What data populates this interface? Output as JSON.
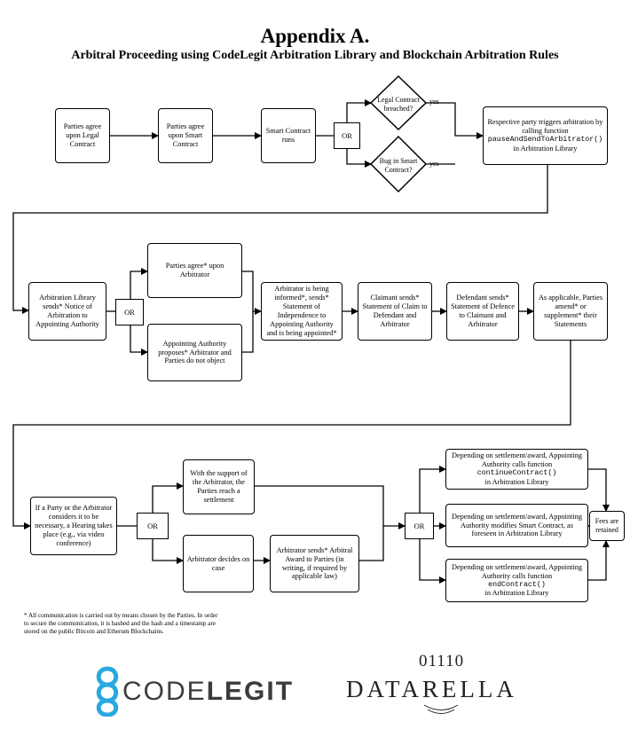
{
  "header": {
    "title": "Appendix A.",
    "subtitle": "Arbitral Proceeding using CodeLegit Arbitration Library and Blockchain Arbitration Rules"
  },
  "row1": {
    "legal_contract": "Parties agree upon Legal Contract",
    "smart_contract": "Parties agree upon Smart Contract",
    "runs": "Smart Contract runs",
    "or": "OR",
    "breached": "Legal Contract breached?",
    "bug": "Bug in Smart Contract?",
    "yes_top": "yes",
    "yes_bottom": "yes",
    "trigger_pre": "Respective party triggers arbitration by calling function",
    "trigger_fn": "pauseAndSendToArbitrator()",
    "trigger_post": "in Arbitration Library"
  },
  "row2": {
    "notice": "Arbitration Library sends* Notice of Arbitration to Appointing Authority",
    "or": "OR",
    "parties_agree": "Parties agree* upon Arbitrator",
    "authority_proposes": "Appointing Authority proposes* Arbitrator and Parties do not object",
    "informed": "Arbitrator is being informed*, sends* Statement of Independence to Appointing Authority and is being appointed*",
    "claimant": "Claimant sends* Statement of Claim to Defendant and Arbitrator",
    "defendant": "Defendant sends* Statement of Defence to Claimant and Arbitrator",
    "amend": "As applicable, Parties amend* or supplement* their Statements"
  },
  "row3": {
    "hearing": "If a Party or the Arbitrator considers it to be necessary, a Hearing takes place (e.g., via video conference)",
    "or1": "OR",
    "settlement": "With the support of the Arbitrator, the Parties reach a settlement",
    "decides": "Arbitrator decides on case",
    "award": "Arbitrator sends* Arbitral Award to Parties (in writing, if required by applicable law)",
    "or2": "OR",
    "continue_pre": "Depending on settlement/award, Appointing Authority calls function",
    "continue_fn": "continueContract()",
    "continue_post": "in Arbitration Library",
    "modifies": "Depending on settlement/award, Appointing Authority modifies Smart Contract, as foreseen in Arbitration Library",
    "end_pre": "Depending on settlement/award, Appointing Authority calls function",
    "end_fn": "endContract()",
    "end_post": "in Arbitration Library",
    "fees": "Fees are retained"
  },
  "footnote": "* All communication is carried out by means chosen by the Parties. In order to secure the communication, it is hashed and the hash and a timestamp are stored on the public Bitcoin and Etherum Blockchains.",
  "logos": {
    "codelegit_light": "CODE",
    "codelegit_bold": "LEGIT",
    "datarella": "DATARELLA",
    "datarella_mark": "01110"
  }
}
